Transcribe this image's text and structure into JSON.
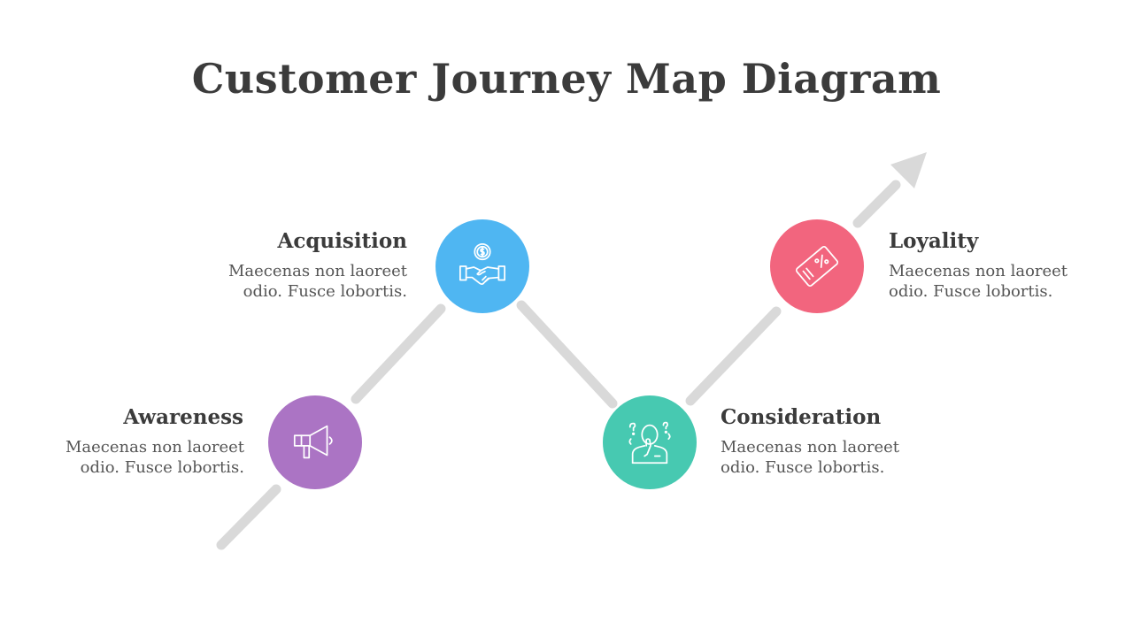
{
  "title": "Customer Journey Map Diagram",
  "colors": {
    "awareness": "#ab74c4",
    "acquisition": "#4fb6f2",
    "consideration": "#47c9b1",
    "loyalty": "#f2657e",
    "path": "#d9d9d9"
  },
  "stages": [
    {
      "name": "Awareness",
      "description": "Maecenas non laoreet odio. Fusce lobortis.",
      "icon": "megaphone-icon"
    },
    {
      "name": "Acquisition",
      "description": "Maecenas non laoreet odio. Fusce lobortis.",
      "icon": "handshake-dollar-icon"
    },
    {
      "name": "Consideration",
      "description": "Maecenas non laoreet odio. Fusce lobortis.",
      "icon": "thinking-person-icon"
    },
    {
      "name": "Loyality",
      "description": "Maecenas non laoreet odio. Fusce lobortis.",
      "icon": "discount-card-icon"
    }
  ]
}
